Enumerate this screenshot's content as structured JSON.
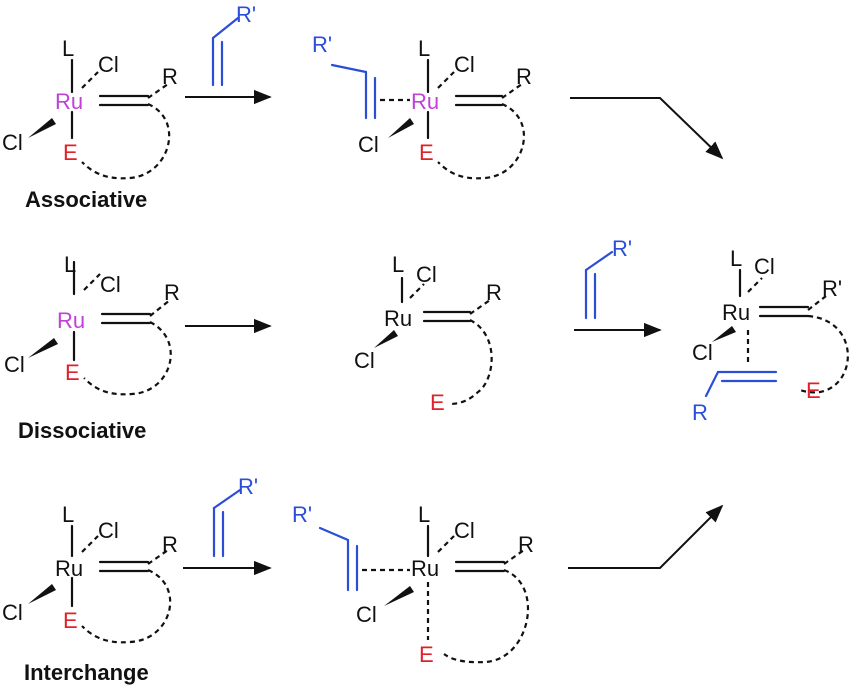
{
  "atoms": {
    "ru": "Ru",
    "l": "L",
    "cl": "Cl",
    "e": "E",
    "r": "R",
    "r_prime": "R'"
  },
  "captions": {
    "associative": "Associative",
    "dissociative": "Dissociative",
    "interchange": "Interchange"
  },
  "colors": {
    "ruthenium_highlight": "#c040d8",
    "donor_e": "#e0202a",
    "olefin": "#2a4fd6",
    "default": "#111111"
  }
}
